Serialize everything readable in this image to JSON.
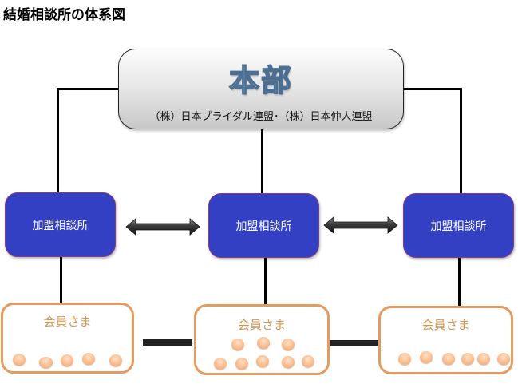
{
  "title": "結婚相談所の体系図",
  "headquarters": {
    "title": "本部",
    "subtitle": "（株）日本ブライダル連盟･（株）日本仲人連盟"
  },
  "branches": [
    {
      "label": "加盟相談所"
    },
    {
      "label": "加盟相談所"
    },
    {
      "label": "加盟相談所"
    }
  ],
  "arrows": [
    {
      "from": "branch-1",
      "to": "branch-2",
      "type": "bidirectional"
    },
    {
      "from": "branch-2",
      "to": "branch-3",
      "type": "bidirectional"
    }
  ],
  "member_groups": [
    {
      "label": "会員さま",
      "member_count": 5
    },
    {
      "label": "会員さま",
      "member_count": 8
    },
    {
      "label": "会員さま",
      "member_count": 6
    }
  ],
  "colors": {
    "branch_fill": "#3340c4",
    "member_border": "#e59a5e",
    "member_label": "#d49553",
    "member_dot": "#fbbd8f",
    "hq_title": "#a9c3dd"
  }
}
